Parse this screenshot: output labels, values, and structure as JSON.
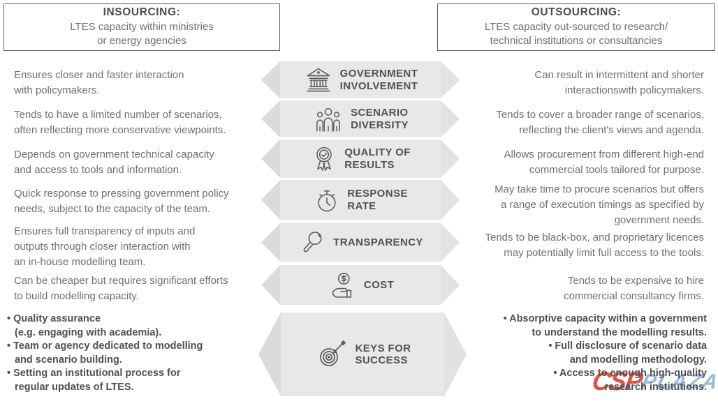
{
  "header": {
    "insourcing": {
      "title": "INSOURCING:",
      "subtitle": "LTES capacity within ministries\nor energy agencies"
    },
    "outsourcing": {
      "title": "OUTSOURCING:",
      "subtitle": "LTES capacity out-sourced to research/\ntechnical institutions or consultancies"
    }
  },
  "rows": [
    {
      "label": "GOVERNMENT\nINVOLVEMENT",
      "icon": "bank-icon",
      "insourcing": "Ensures closer and faster interaction\nwith policymakers.",
      "outsourcing": "Can result in intermittent and shorter\ninteractionswith policymakers."
    },
    {
      "label": "SCENARIO\nDIVERSITY",
      "icon": "people-group-icon",
      "insourcing": "Tends to have a limited number of scenarios,\noften reflecting more conservative viewpoints.",
      "outsourcing": "Tends to cover a broader range of scenarios,\nreflecting the client's views and agenda."
    },
    {
      "label": "QUALITY OF\nRESULTS",
      "icon": "award-ribbon-icon",
      "insourcing": "Depends on government technical capacity\nand access to tools and information.",
      "outsourcing": "Allows procurement from different high-end\ncommercial tools tailored for purpose."
    },
    {
      "label": "RESPONSE\nRATE",
      "icon": "stopwatch-icon",
      "insourcing": "Quick response to pressing government policy\nneeds, subject to the capacity of the team.",
      "outsourcing": "May take time to procure scenarios but offers\na range of execution timings as specified by\ngovernment needs."
    },
    {
      "label": "TRANSPARENCY",
      "icon": "magnifier-icon",
      "insourcing": "Ensures full transparency of inputs and\noutputs through closer interaction with\nan in-house modelling team.",
      "outsourcing": "Tends to be black-box, and proprietary licences\nmay potentially limit full access to the tools."
    },
    {
      "label": "COST",
      "icon": "hand-dollar-icon",
      "insourcing": "Can be cheaper but requires significant efforts\nto build modelling capacity.",
      "outsourcing": "Tends to be expensive to hire\ncommercial consultancy firms."
    }
  ],
  "keys_for_success": {
    "label": "KEYS FOR\nSUCCESS",
    "icon": "target-dart-icon",
    "insourcing_bullets": [
      "• Quality assurance\n(e.g. engaging with academia).",
      "• Team or agency dedicated to modelling\nand scenario building.",
      "• Setting an institutional process for\nregular updates of LTES."
    ],
    "outsourcing_bullets": [
      "• Absorptive capacity within a government\nto understand the modelling results.",
      "• Full disclosure of scenario data\nand modelling methodology.",
      "• Access to enough high-quality\nresearch institutions."
    ]
  },
  "watermark": {
    "csp": "CSP",
    "plaza": "PLAZA"
  },
  "colors": {
    "badge_fill": "#e8e8e7",
    "badge_text": "#515254",
    "body_text": "#6f7073",
    "box_border": "#5a5b5d",
    "watermark_red": "#e15243",
    "watermark_blue": "#8fb4da"
  }
}
